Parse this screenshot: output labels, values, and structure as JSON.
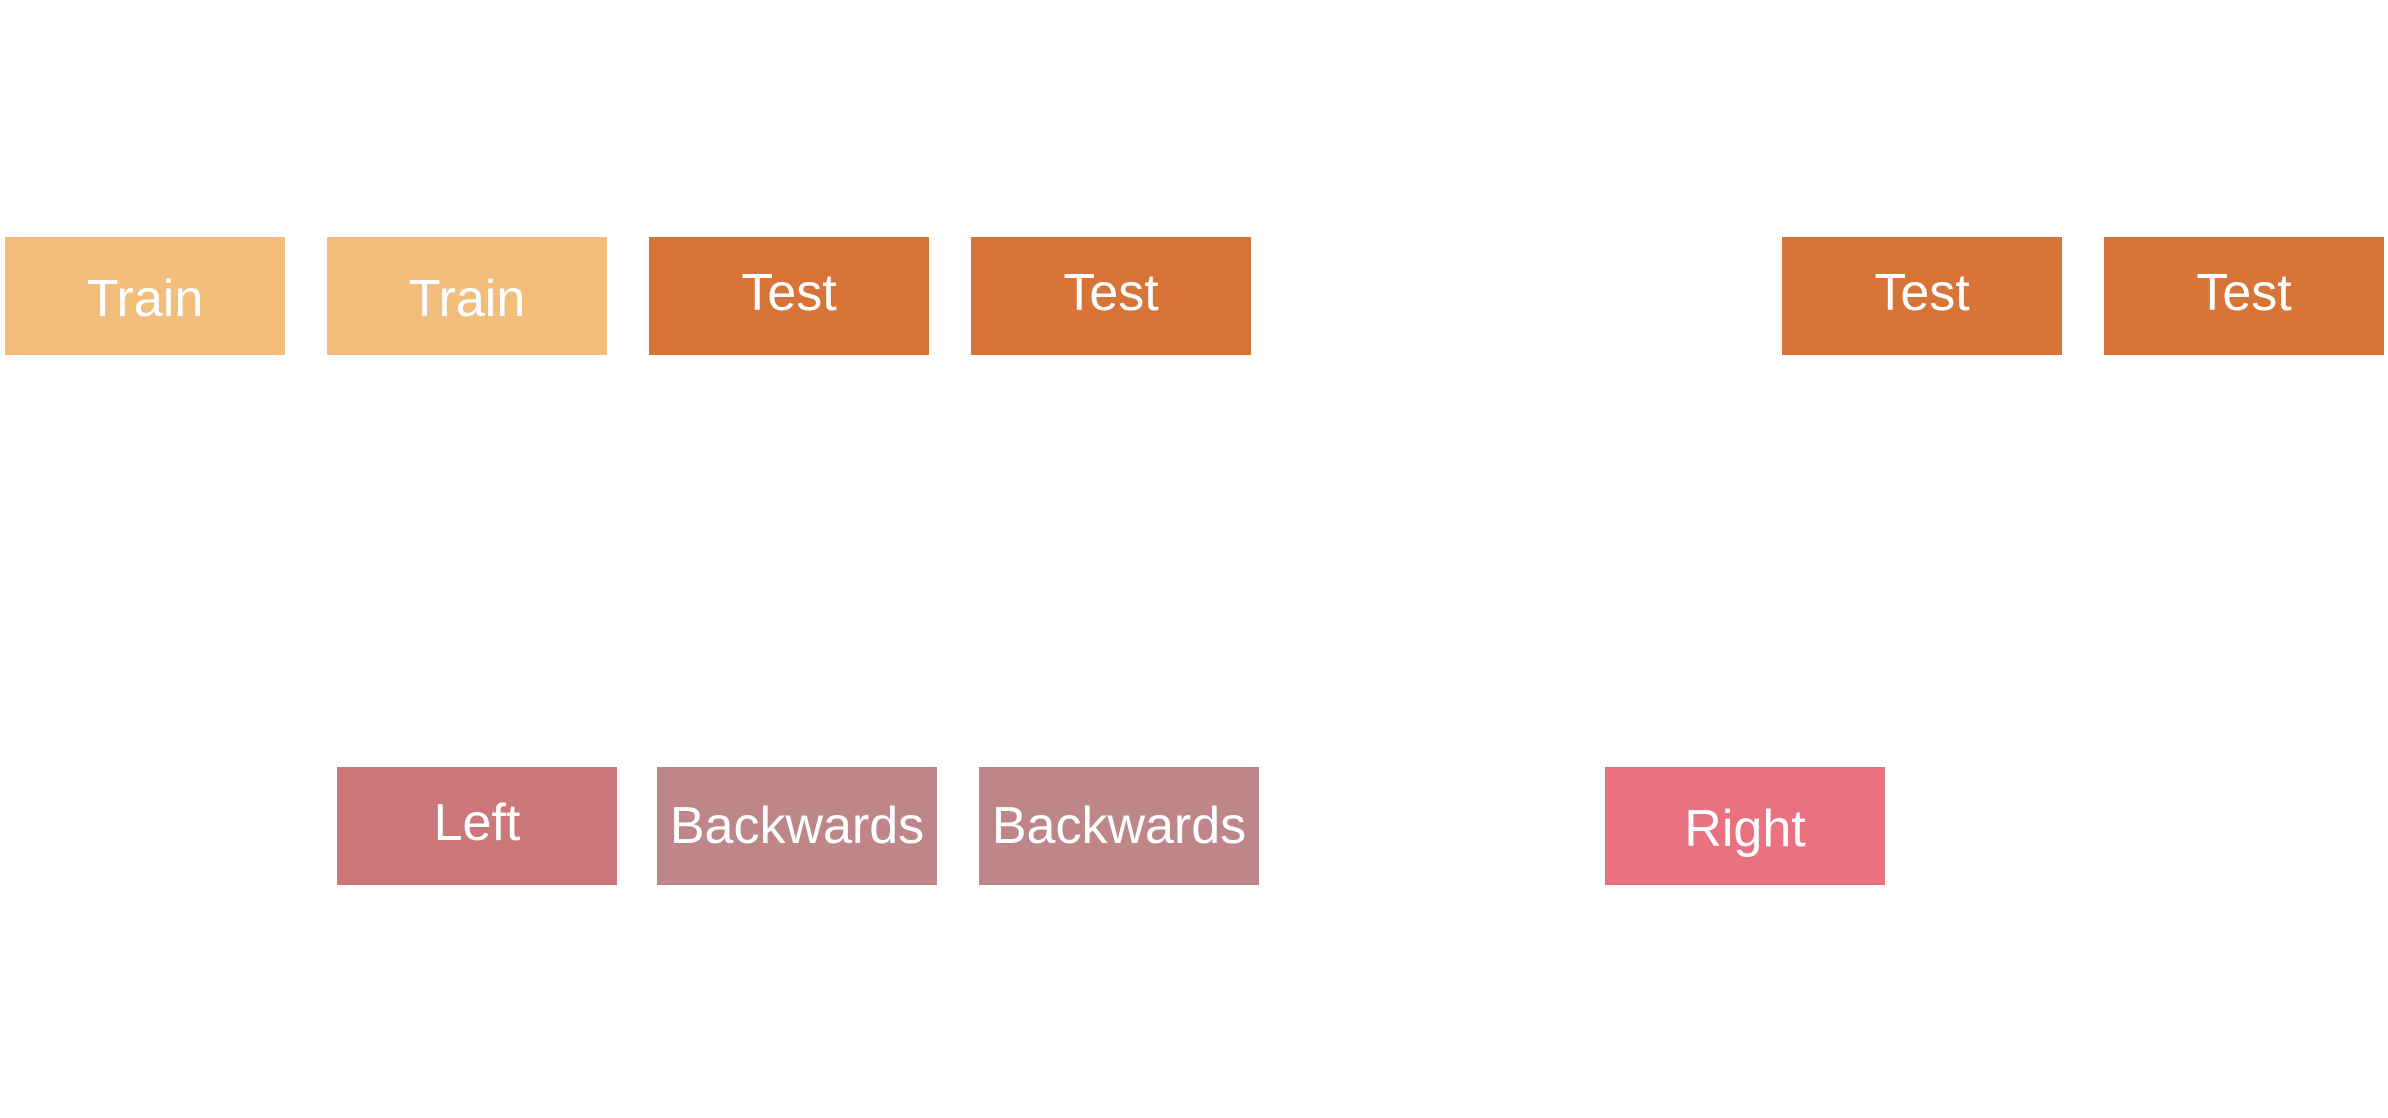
{
  "colors": {
    "background": "#ffffff",
    "train": "#f3bd7c",
    "test": "#d77438",
    "left": "#cc7779",
    "backwards": "#be8688",
    "right": "#ea7280",
    "label_text": "#ffffff"
  },
  "top_row": {
    "blocks": [
      {
        "label": "Train"
      },
      {
        "label": "Train"
      },
      {
        "label": "Test"
      },
      {
        "label": "Test"
      },
      {
        "label": "Test"
      },
      {
        "label": "Test"
      }
    ]
  },
  "bottom_row": {
    "blocks": [
      {
        "label": "Left"
      },
      {
        "label": "Backwards"
      },
      {
        "label": "Backwards"
      },
      {
        "label": "Right"
      }
    ]
  }
}
